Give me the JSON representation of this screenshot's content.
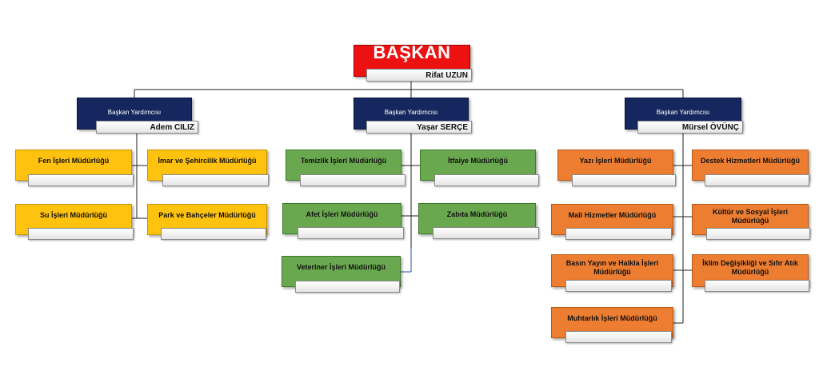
{
  "head": {
    "title": "BAŞKAN",
    "name": "Rifat UZUN"
  },
  "deputies": [
    {
      "title": "Başkan Yardımcısı",
      "name": "Adem CILIZ"
    },
    {
      "title": "Başkan Yardımcısı",
      "name": "Yaşar SERÇE"
    },
    {
      "title": "Başkan Yardımcısı",
      "name": "Mürsel ÖVÜNÇ"
    }
  ],
  "departments": {
    "adem": [
      "Fen İşleri Müdürlüğü",
      "İmar ve Şehircilik Müdürlüğü",
      "Su İşleri Müdürlüğü",
      "Park ve Bahçeler  Müdürlüğü"
    ],
    "yasar": [
      "Temizlik İşleri Müdürlüğü",
      "İtfaiye Müdürlüğü",
      "Afet İşleri Müdürlüğü",
      "Zabıta Müdürlüğü",
      "Veteriner İşleri Müdürlüğü"
    ],
    "mursel": [
      "Yazı İşleri Müdürlüğü",
      "Destek Hizmetleri Müdürlüğü",
      "Mali Hizmetler Müdürlüğü",
      "Kültür ve Sosyal İşleri Müdürlüğü",
      "Basın Yayın ve Halkla İşleri Müdürlüğü",
      "İklim Değişikliği ve Sıfır Atık Müdürlüğü",
      "Muhtarlık İşleri Müdürlüğü"
    ]
  },
  "colors": {
    "head": "#ee1111",
    "deputy": "#16275f",
    "group_adem": "#ffc20e",
    "group_yasar": "#6aa84f",
    "group_mursel": "#ed7d31"
  }
}
